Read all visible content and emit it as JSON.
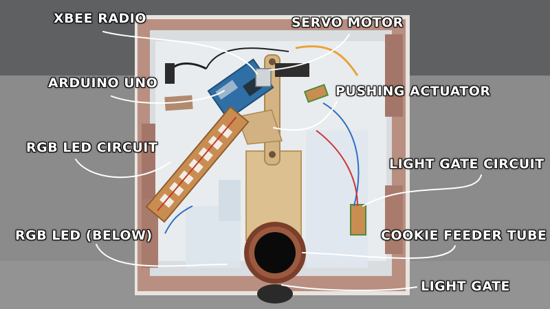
{
  "labels": {
    "xbee_radio": "XBEE RADIO",
    "arduino_uno": "ARDUINO UNO",
    "rgb_led_circuit": "RGB LED CIRCUIT",
    "rgb_led_below": "RGB LED (BELOW)",
    "servo_motor": "SERVO MOTOR",
    "pushing_actuator": "PUSHING ACTUATOR",
    "light_gate_circuit": "LIGHT GATE CIRCUIT",
    "cookie_feeder_tube": "COOKIE FEEDER TUBE",
    "light_gate": "LIGHT GATE"
  },
  "colors": {
    "label_text": "#ffffff",
    "leader_line": "#ffffff",
    "floor": "#8a8a8a",
    "acrylic_frame": "#b08a7a",
    "wood": "#d9b98c",
    "pcb": "#c8905a",
    "tube": "#7a3e2a"
  }
}
